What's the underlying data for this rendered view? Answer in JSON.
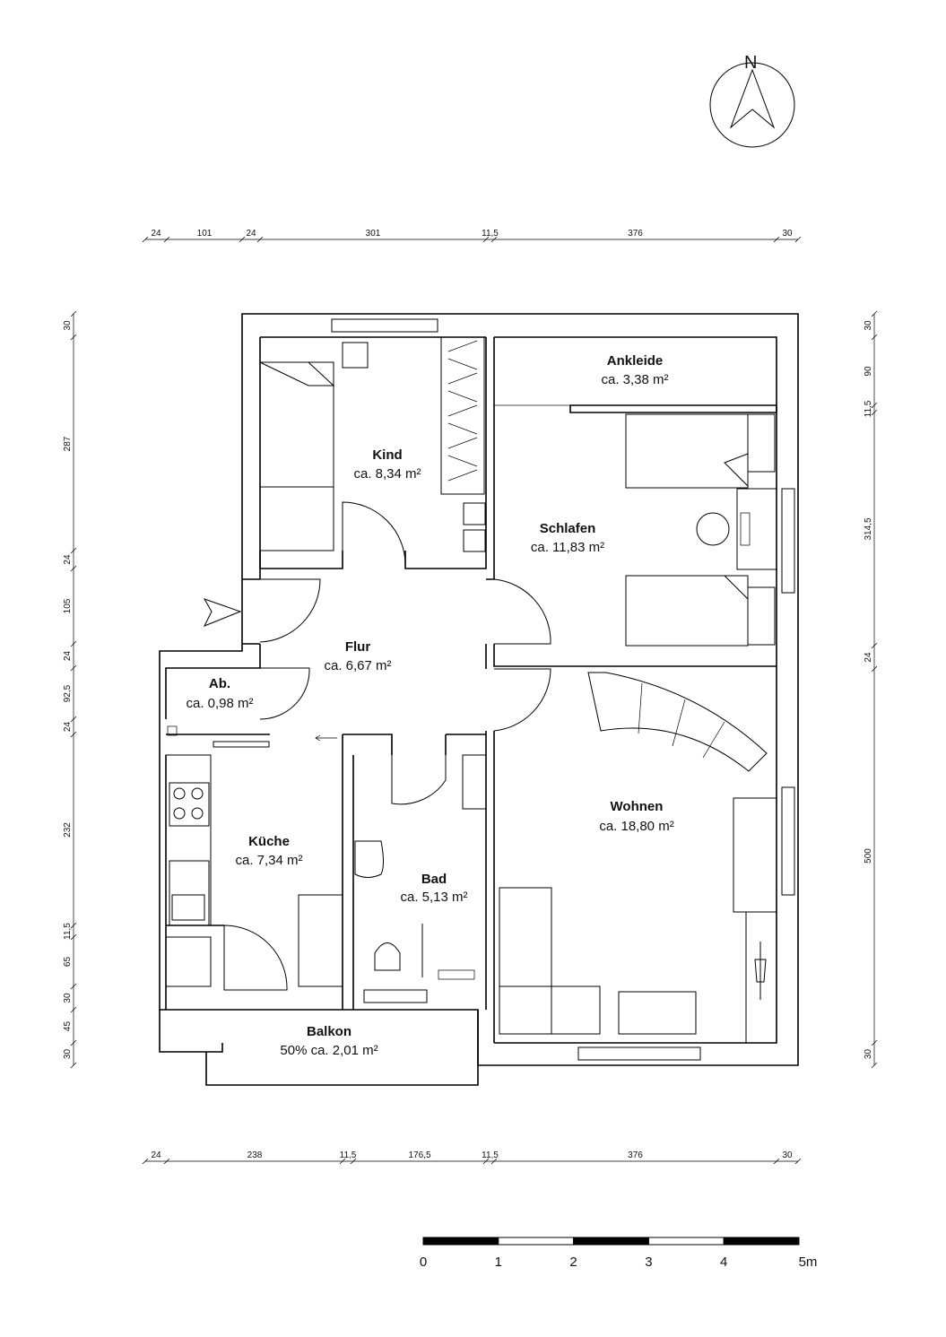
{
  "north_label": "N",
  "rooms": {
    "kind": {
      "name": "Kind",
      "area": "ca. 8,34 m²"
    },
    "ankleide": {
      "name": "Ankleide",
      "area": "ca. 3,38 m²"
    },
    "schlafen": {
      "name": "Schlafen",
      "area": "ca. 11,83 m²"
    },
    "flur": {
      "name": "Flur",
      "area": "ca. 6,67 m²"
    },
    "ab": {
      "name": "Ab.",
      "area": "ca. 0,98 m²"
    },
    "kueche": {
      "name": "Küche",
      "area": "ca. 7,34 m²"
    },
    "bad": {
      "name": "Bad",
      "area": "ca. 5,13 m²"
    },
    "wohnen": {
      "name": "Wohnen",
      "area": "ca. 18,80 m²"
    },
    "balkon": {
      "name": "Balkon",
      "area": "50% ca. 2,01 m²"
    }
  },
  "dimensions": {
    "top": [
      "24",
      "101",
      "24",
      "301",
      "11,5",
      "376",
      "30"
    ],
    "bottom": [
      "24",
      "238",
      "11,5",
      "176,5",
      "11,5",
      "376",
      "30"
    ],
    "left": [
      "30",
      "287",
      "24",
      "105",
      "24",
      "92,5",
      "24",
      "232",
      "11,5",
      "65",
      "30",
      "45",
      "30"
    ],
    "right": [
      "30",
      "90",
      "11,5",
      "314,5",
      "24",
      "500",
      "30"
    ]
  },
  "scale_bar": {
    "labels": [
      "0",
      "1",
      "2",
      "3",
      "4",
      "5m"
    ]
  }
}
